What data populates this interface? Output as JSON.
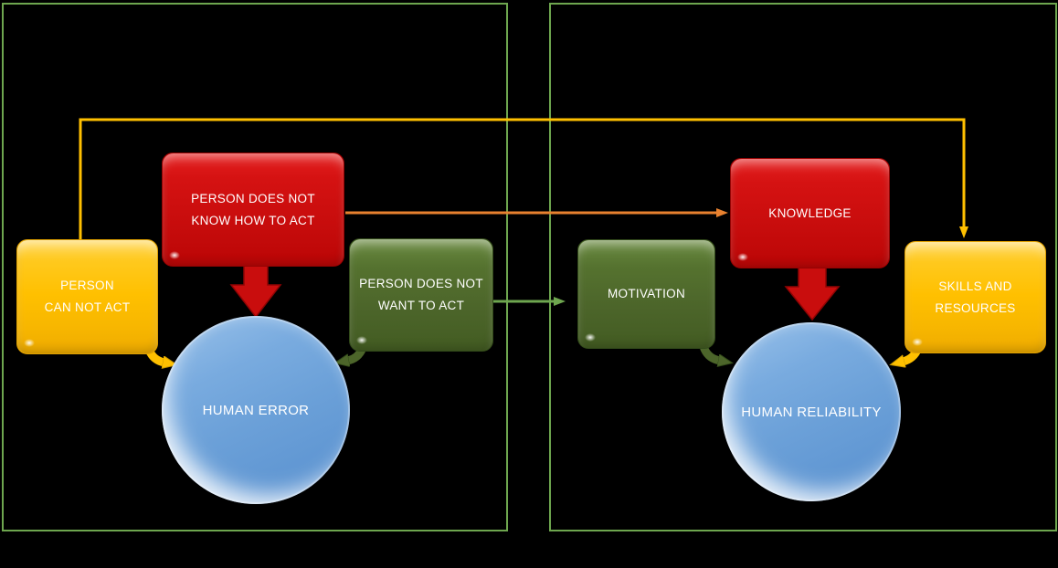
{
  "colors": {
    "background": "#000000",
    "panel_border": "#6EA64F",
    "yellow": "#FFC000",
    "red": "#C90D0D",
    "dark_green": "#4C652A",
    "blue": "#6BA0D8",
    "orange_connector": "#E8812F",
    "yellow_connector": "#FFC000",
    "green_connector": "#6EA64F",
    "text": "#FFFFFF"
  },
  "left_panel": {
    "yellow_box": {
      "line1": "PERSON",
      "line2": "CAN NOT ACT"
    },
    "red_box": {
      "line1": "PERSON DOES NOT",
      "line2": "KNOW HOW TO ACT"
    },
    "green_box": {
      "line1": "PERSON DOES NOT",
      "line2": "WANT TO ACT"
    },
    "circle_label": "HUMAN ERROR"
  },
  "right_panel": {
    "green_box": {
      "label": "MOTIVATION"
    },
    "red_box": {
      "label": "KNOWLEDGE"
    },
    "yellow_box": {
      "line1": "SKILLS AND",
      "line2": "RESOURCES"
    },
    "circle_label": "HUMAN RELIABILITY"
  }
}
